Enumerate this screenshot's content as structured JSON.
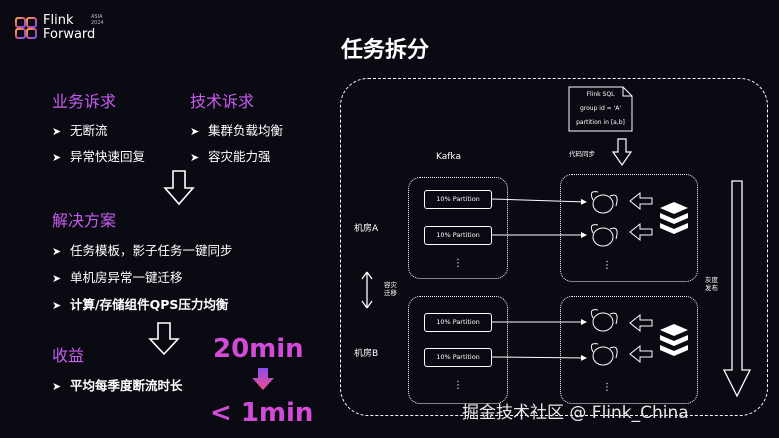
{
  "logo": {
    "line1": "Flink",
    "line2": "Forward",
    "year_line1": "ASIA",
    "year_line2": "2024"
  },
  "title": "任务拆分",
  "left": {
    "business": {
      "heading": "业务诉求",
      "items": [
        "无断流",
        "异常快速回复"
      ]
    },
    "tech": {
      "heading": "技术诉求",
      "items": [
        "集群负载均衡",
        "容灾能力强"
      ]
    },
    "solution": {
      "heading": "解决方案",
      "items": [
        "任务模板，影子任务一键同步",
        "单机房异常一键迁移",
        "计算/存储组件QPS压力均衡"
      ]
    },
    "benefit": {
      "heading": "收益",
      "items": [
        "平均每季度断流时长"
      ]
    },
    "bullet_glyph": "➤",
    "metric_before": "20min",
    "metric_after": "< 1min"
  },
  "diagram": {
    "sql_lines": [
      "Flink SQL",
      "group id = 'A'",
      "partition in [a,b]"
    ],
    "code_sync": "代码同步",
    "kafka": "Kafka",
    "room_a": "机房A",
    "room_b": "机房B",
    "disaster_line1": "容灾",
    "disaster_line2": "迁移",
    "gray_line1": "灰度",
    "gray_line2": "发布",
    "partition_label": "10% Partition",
    "ellipsis": "⋮"
  },
  "watermark": "掘金技术社区 @ Flink_China",
  "colors": {
    "accent_purple": "#c85cf0",
    "metric_pink": "#d34bd8",
    "arrow_gradient_top": "#8a4df0",
    "arrow_gradient_bottom": "#f04c8a"
  }
}
